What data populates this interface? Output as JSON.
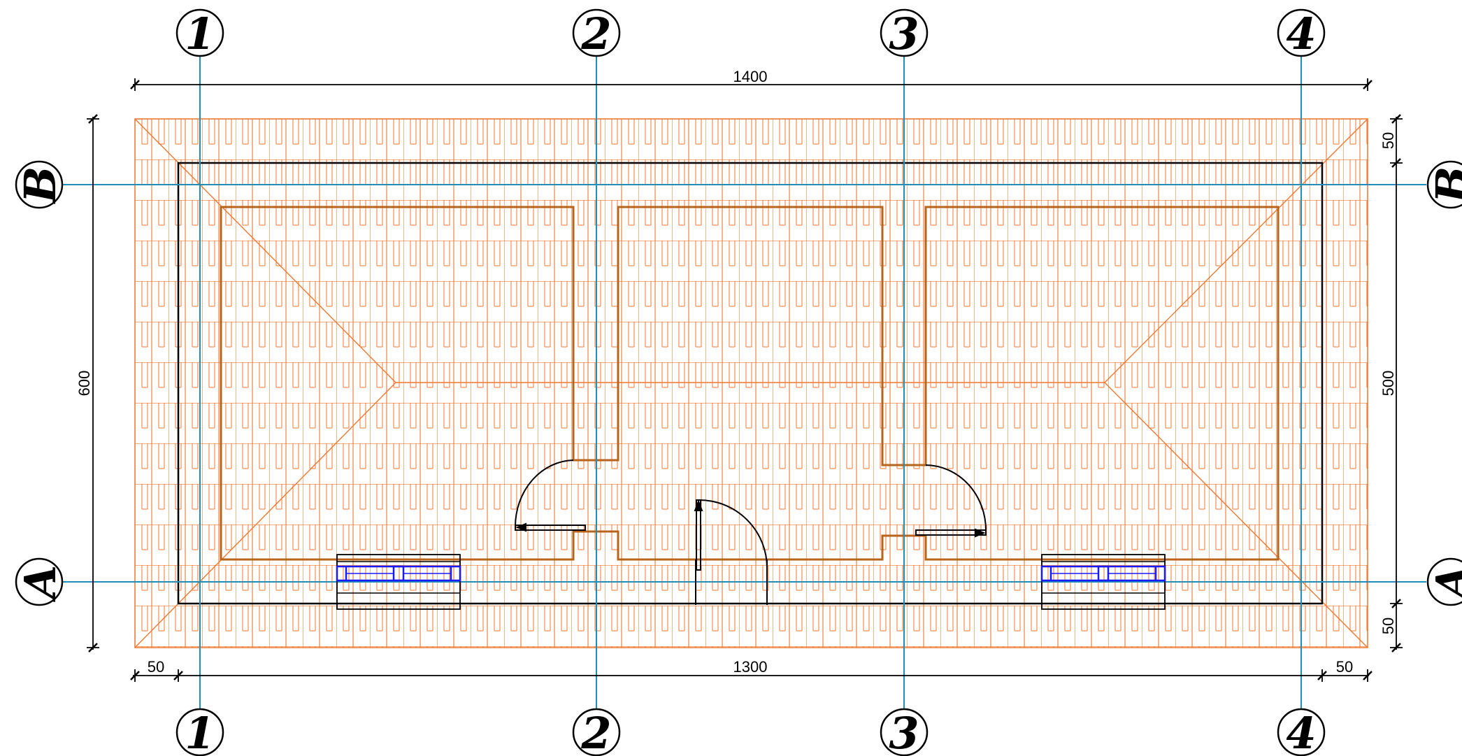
{
  "colors": {
    "grid_line": "#1f8fb8",
    "roof_tile": "#f0772f",
    "wall_outline": "#b8651c",
    "slab_outline": "#000000",
    "window": "#1a1aff",
    "background": "#ffffff"
  },
  "grid_axes": {
    "vertical": [
      "1",
      "2",
      "3",
      "4"
    ],
    "horizontal": [
      "B",
      "A"
    ]
  },
  "dimensions": {
    "top_overall": "1400",
    "bottom_left_overhang": "50",
    "bottom_main": "1300",
    "bottom_right_overhang": "50",
    "left_overall": "600",
    "right_top_overhang": "50",
    "right_main": "500",
    "right_bottom_overhang": "50"
  }
}
